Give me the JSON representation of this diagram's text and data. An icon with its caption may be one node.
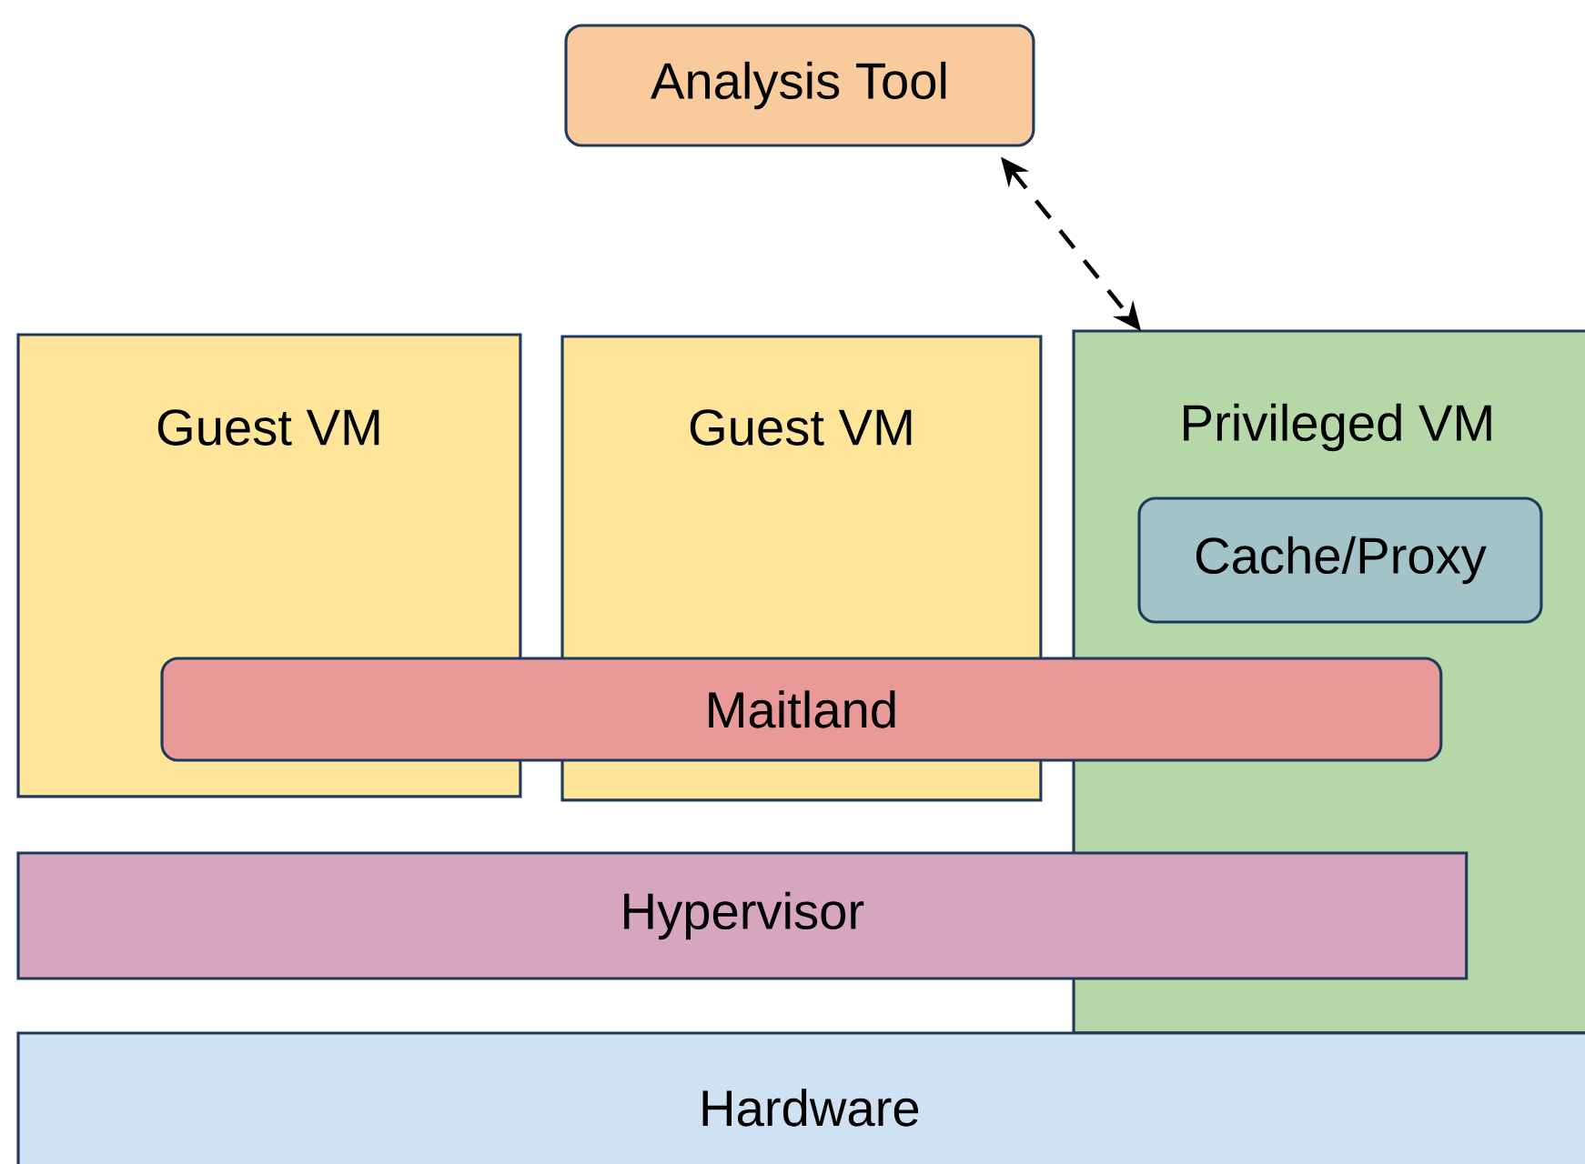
{
  "diagram": {
    "nodes": [
      {
        "text": [
          "Analysis Tool"
        ]
      },
      {
        "text": [
          "Guest VM"
        ]
      },
      {
        "text": [
          "Guest VM"
        ]
      },
      {
        "text": [
          "Privileged VM"
        ]
      },
      {
        "text": [
          "Cache/Proxy"
        ],
        "in": 3
      },
      {
        "text": [
          "Maitland"
        ]
      },
      {
        "text": [
          "Hypervisor"
        ]
      },
      {
        "text": [
          "Hardware"
        ]
      }
    ],
    "edges": [
      {
        "from": 0,
        "to": 3,
        "arrow": "both",
        "style": "dashed"
      }
    ]
  }
}
